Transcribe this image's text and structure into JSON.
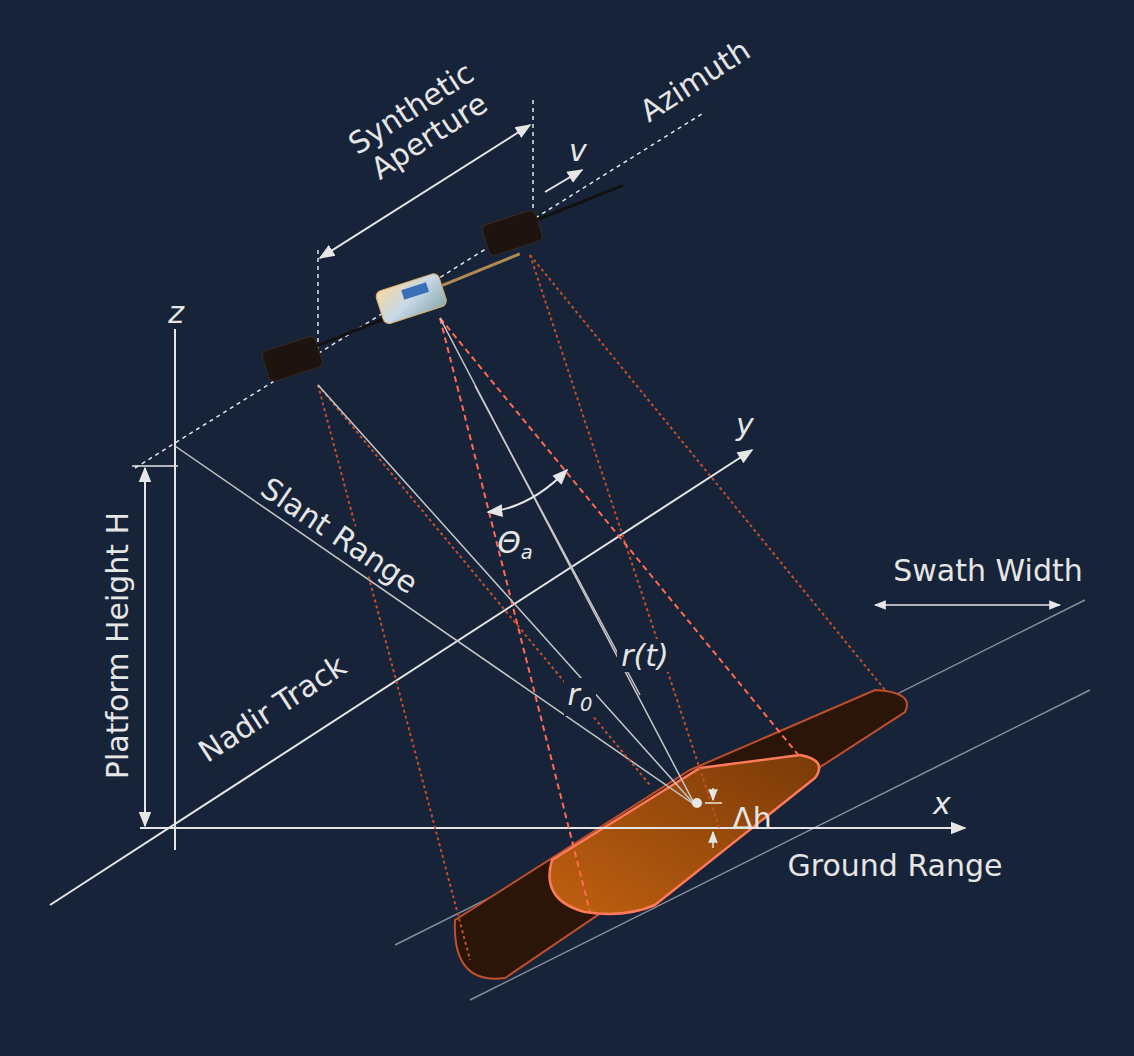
{
  "diagram": {
    "labels": [
      "Synthetic Aperture",
      "v",
      "Azimuth",
      "z",
      "y",
      "x",
      "Platform Height H",
      "Slant Range",
      "Nadir Track",
      "Θa",
      "r(t)",
      "r0",
      "Δh",
      "Swath Width",
      "Ground Range"
    ]
  }
}
